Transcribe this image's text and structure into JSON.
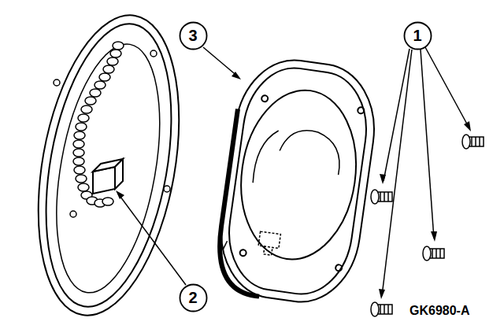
{
  "diagram": {
    "nodes": [
      {
        "text": [
          "3"
        ]
      },
      {
        "text": [
          "1"
        ]
      },
      {
        "text": [
          "2"
        ]
      }
    ],
    "labels": [
      "GK6980-A"
    ]
  }
}
